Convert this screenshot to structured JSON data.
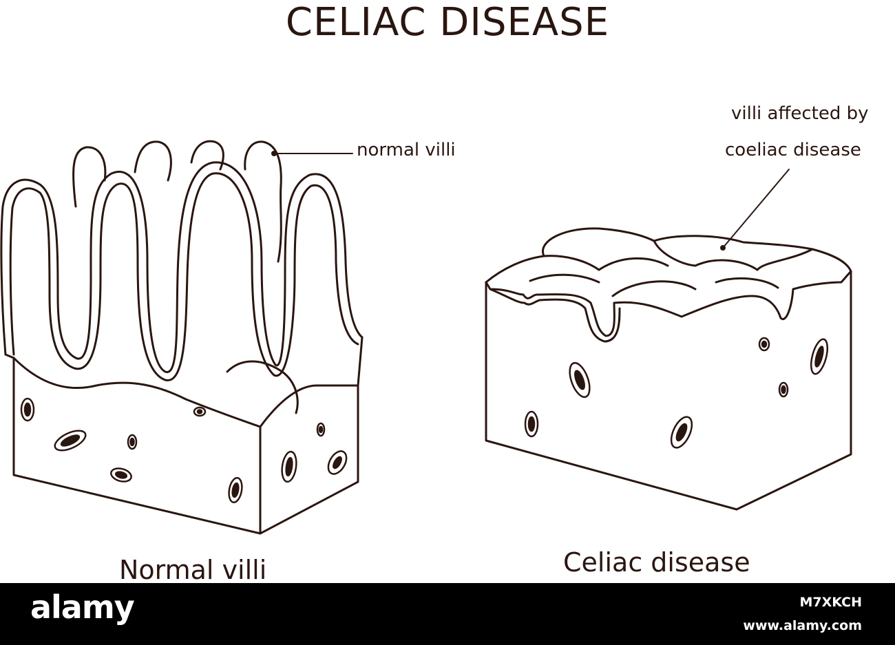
{
  "title": "CELIAC DISEASE",
  "labels": {
    "normal_villi_pointer": "normal villi",
    "affected_line1": "villi affected by",
    "affected_line2": "coeliac disease"
  },
  "captions": {
    "left": "Normal villi",
    "right": "Celiac disease"
  },
  "footer": {
    "logo": "alamy",
    "image_id": "M7XKCH",
    "url": "www.alamy.com"
  },
  "colors": {
    "ink": "#2a1610",
    "background": "#ffffff",
    "footer": "#000000"
  }
}
